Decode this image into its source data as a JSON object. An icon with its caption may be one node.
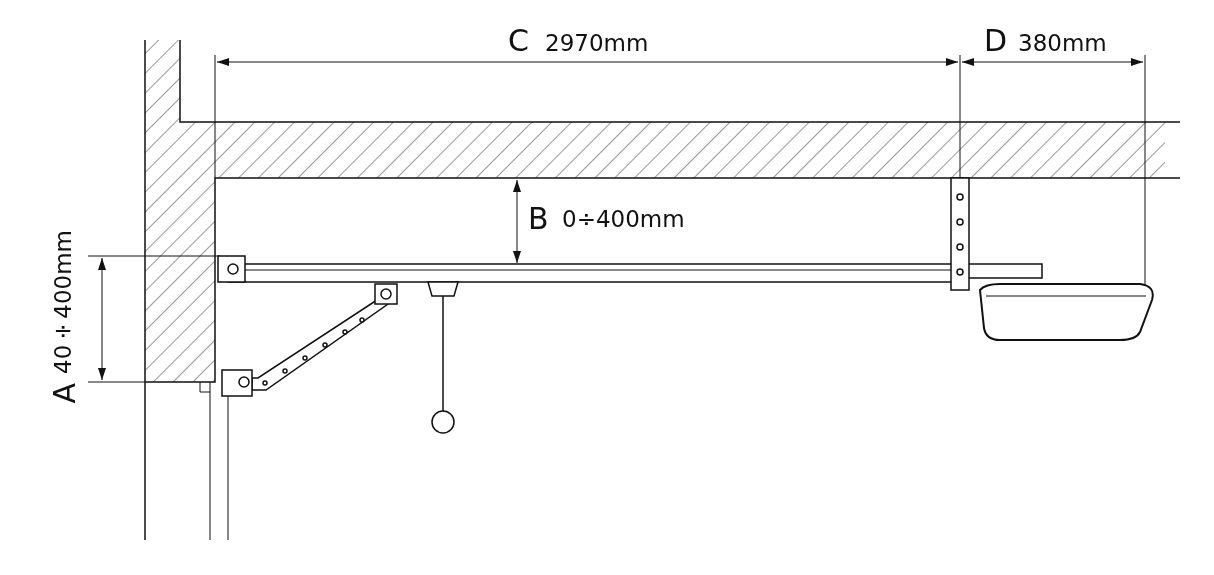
{
  "diagram": {
    "labels": [
      "C",
      "2970mm",
      "D",
      "380mm",
      "B",
      "0÷400mm",
      "A",
      "40÷400mm"
    ]
  }
}
